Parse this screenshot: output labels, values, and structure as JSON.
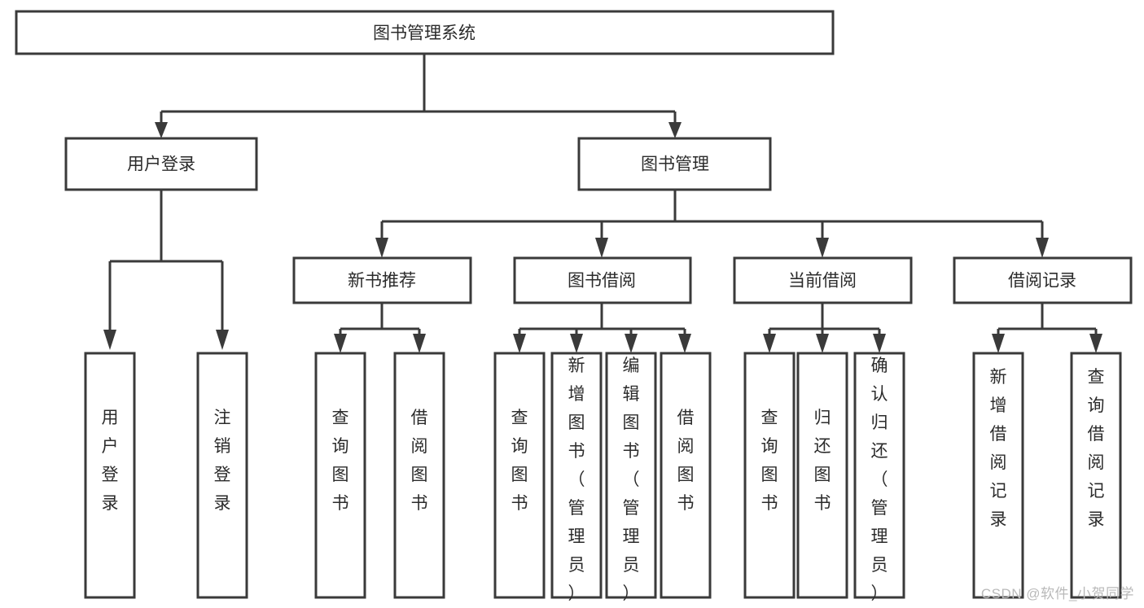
{
  "diagram": {
    "type": "tree-hierarchy-chart",
    "title": "图书管理系统",
    "watermark": "CSDN @软件_小贺同学",
    "colors": {
      "stroke": "#3a3a3a",
      "fill": "#ffffff",
      "text": "#2b2b2b",
      "watermark": "#b9b9b9"
    },
    "levels": {
      "level1": [
        {
          "id": "root",
          "label": "图书管理系统",
          "orientation": "horizontal"
        }
      ],
      "level2": [
        {
          "id": "user-login",
          "label": "用户登录",
          "orientation": "horizontal"
        },
        {
          "id": "book-manage",
          "label": "图书管理",
          "orientation": "horizontal"
        }
      ],
      "level3": [
        {
          "id": "new-book-rec",
          "label": "新书推荐",
          "orientation": "horizontal",
          "parent": "book-manage"
        },
        {
          "id": "book-borrow",
          "label": "图书借阅",
          "orientation": "horizontal",
          "parent": "book-manage"
        },
        {
          "id": "current-borrow",
          "label": "当前借阅",
          "orientation": "horizontal",
          "parent": "book-manage"
        },
        {
          "id": "borrow-record",
          "label": "借阅记录",
          "orientation": "horizontal",
          "parent": "book-manage"
        }
      ],
      "level4": [
        {
          "id": "leaf-user-login",
          "label": "用户登录",
          "orientation": "vertical",
          "parent": "user-login"
        },
        {
          "id": "leaf-logout",
          "label": "注销登录",
          "orientation": "vertical",
          "parent": "user-login"
        },
        {
          "id": "leaf-query-book-1",
          "label": "查询图书",
          "orientation": "vertical",
          "parent": "new-book-rec"
        },
        {
          "id": "leaf-borrow-book-1",
          "label": "借阅图书",
          "orientation": "vertical",
          "parent": "new-book-rec"
        },
        {
          "id": "leaf-query-book-2",
          "label": "查询图书",
          "orientation": "vertical",
          "parent": "book-borrow"
        },
        {
          "id": "leaf-add-book",
          "label": "新增图书（管理员）",
          "orientation": "vertical",
          "parent": "book-borrow"
        },
        {
          "id": "leaf-edit-book",
          "label": "编辑图书（管理员）",
          "orientation": "vertical",
          "parent": "book-borrow"
        },
        {
          "id": "leaf-borrow-book-2",
          "label": "借阅图书",
          "orientation": "vertical",
          "parent": "book-borrow"
        },
        {
          "id": "leaf-query-book-3",
          "label": "查询图书",
          "orientation": "vertical",
          "parent": "current-borrow"
        },
        {
          "id": "leaf-return-book",
          "label": "归还图书",
          "orientation": "vertical",
          "parent": "current-borrow"
        },
        {
          "id": "leaf-confirm-return",
          "label": "确认归还（管理员）",
          "orientation": "vertical",
          "parent": "current-borrow"
        },
        {
          "id": "leaf-add-record",
          "label": "新增借阅记录",
          "orientation": "vertical",
          "parent": "borrow-record"
        },
        {
          "id": "leaf-query-record",
          "label": "查询借阅记录",
          "orientation": "vertical",
          "parent": "borrow-record"
        }
      ]
    }
  }
}
